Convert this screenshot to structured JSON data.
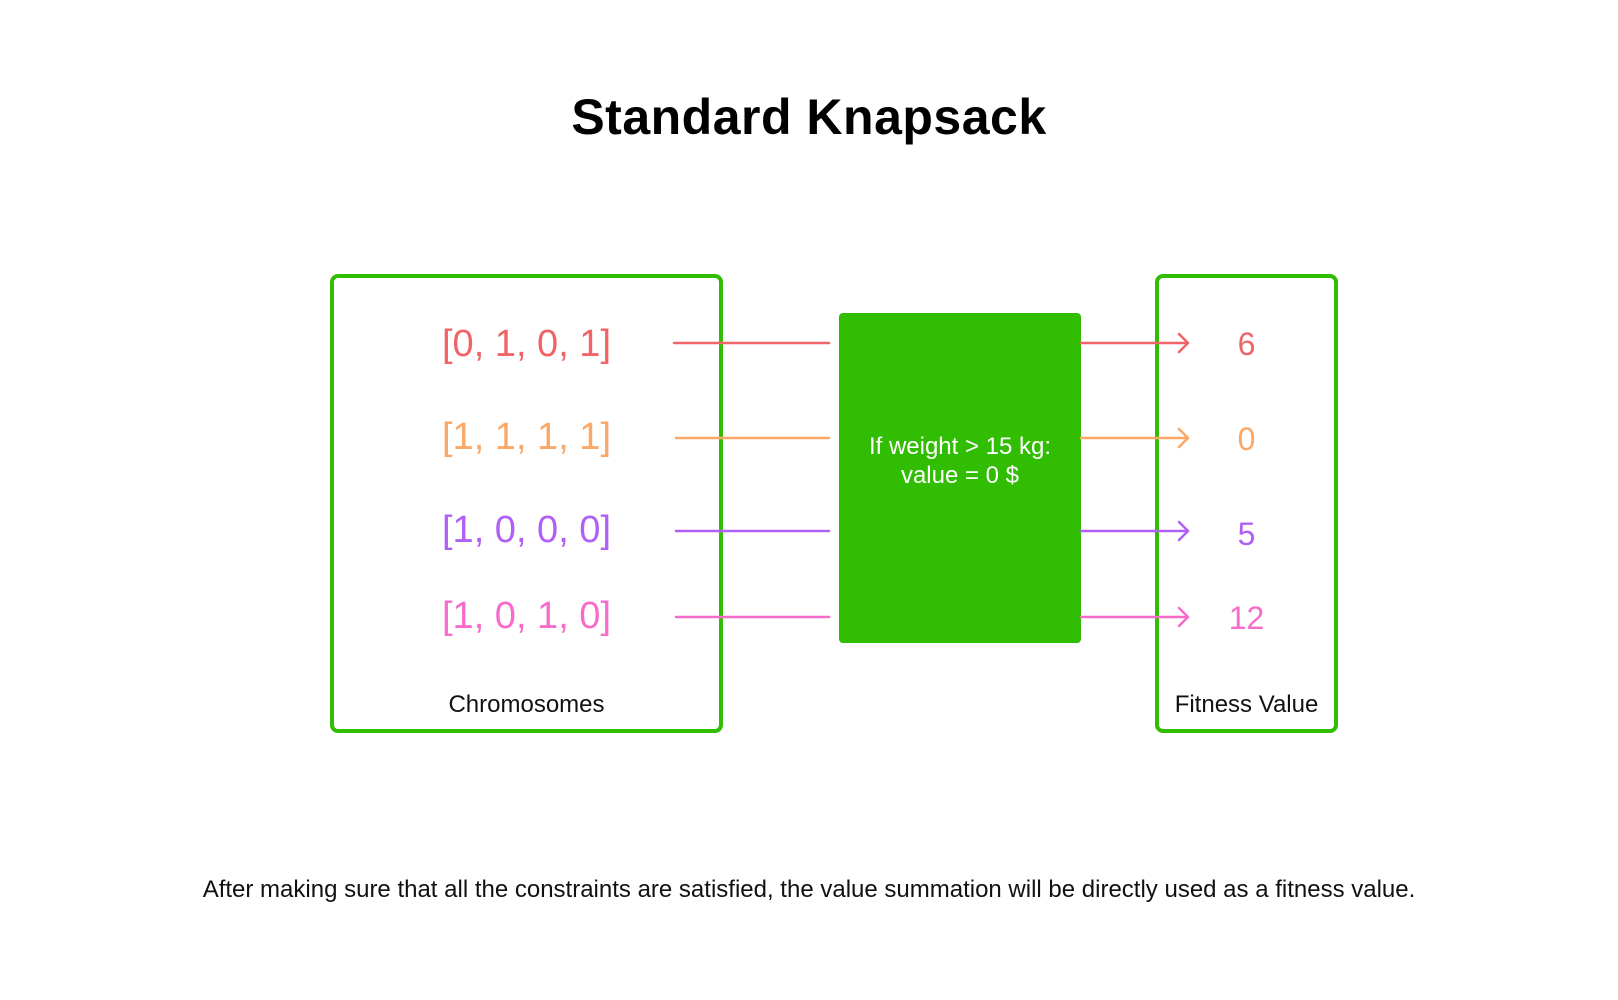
{
  "title": "Standard Knapsack",
  "chromosomes": {
    "label": "Chromosomes",
    "items": [
      {
        "text": "[0, 1, 0, 1]",
        "color": "#f06468"
      },
      {
        "text": "[1, 1, 1, 1]",
        "color": "#fba765"
      },
      {
        "text": "[1, 0, 0, 0]",
        "color": "#b060f5"
      },
      {
        "text": "[1, 0, 1, 0]",
        "color": "#f76ccb"
      }
    ]
  },
  "function": {
    "line1": "If weight > 15 kg:",
    "line2": "value = 0 $",
    "color": "#31bd02"
  },
  "fitness": {
    "label": "Fitness Value",
    "items": [
      {
        "text": "6",
        "color": "#f06468"
      },
      {
        "text": "0",
        "color": "#fba765"
      },
      {
        "text": "5",
        "color": "#b060f5"
      },
      {
        "text": "12",
        "color": "#f76ccb"
      }
    ]
  },
  "caption": "After making sure that all the constraints are satisfied, the value summation will be directly used as a fitness value."
}
